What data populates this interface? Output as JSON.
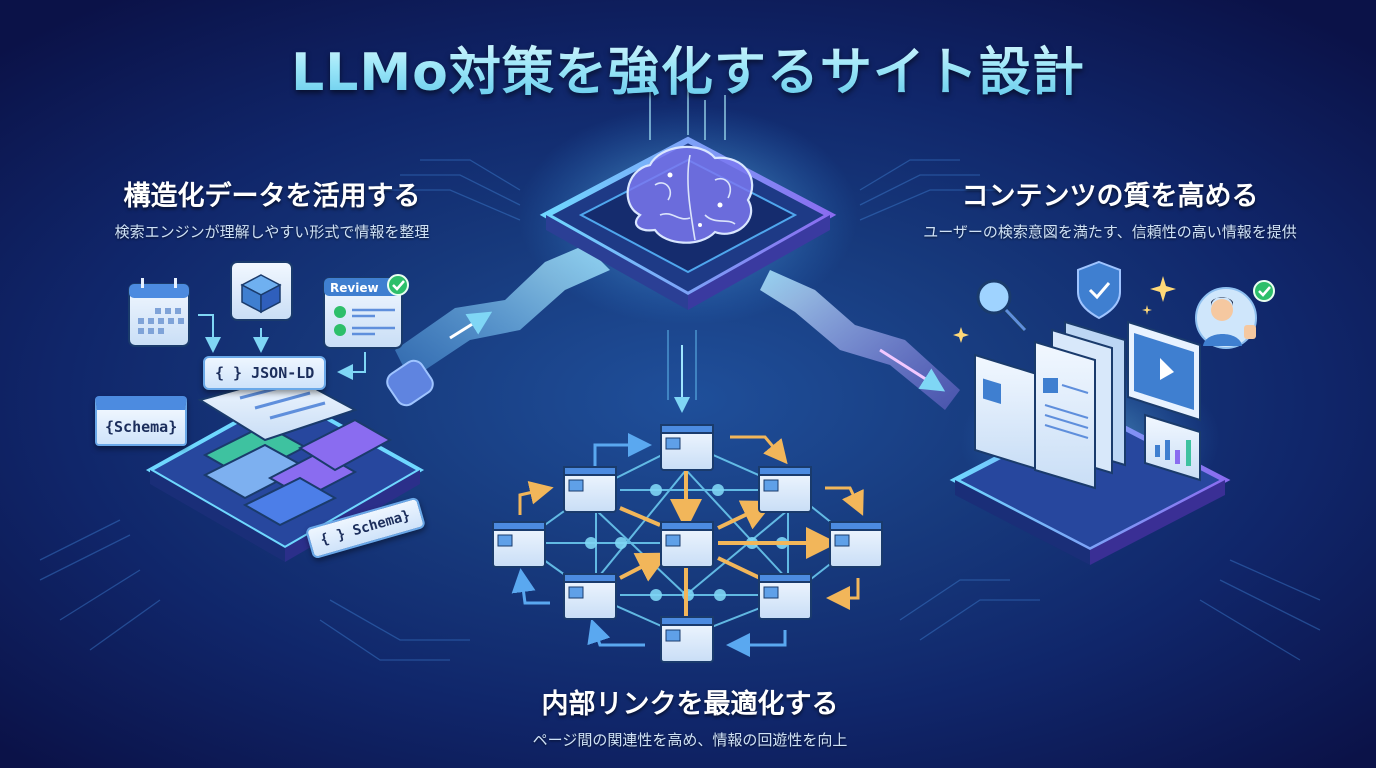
{
  "title": "LLMo対策を強化するサイト設計",
  "sections": {
    "structured_data": {
      "heading": "構造化データを活用する",
      "subtitle": "検索エンジンが理解しやすい形式で情報を整理",
      "labels": {
        "json_ld": "{ } JSON-LD",
        "schema_window": "{Schema}",
        "schema_bubble": "{ } Schema}",
        "review": "Review"
      },
      "icons": [
        "calendar-icon",
        "package-box-icon",
        "review-checklist-icon",
        "layered-data-stack-icon"
      ]
    },
    "content_quality": {
      "heading": "コンテンツの質を高める",
      "subtitle": "ユーザーの検索意図を満たす、信頼性の高い情報を提供",
      "icons": [
        "magnifier-icon",
        "shield-check-icon",
        "user-thumbs-up-icon",
        "document-stack-icon",
        "video-player-icon",
        "bar-chart-icon",
        "sparkle-icon"
      ]
    },
    "internal_links": {
      "heading": "内部リンクを最適化する",
      "subtitle": "ページ間の関連性を高め、情報の回遊性を向上",
      "nodes": 9
    }
  },
  "center": {
    "icon": "ai-brain-chip-icon"
  },
  "colors": {
    "background_dark": "#0b1248",
    "background_mid": "#173a7d",
    "title_gradient_top": "#e8fbff",
    "title_gradient_bottom": "#5ec7ea",
    "glow_cyan": "#6fe0ff",
    "accent_purple": "#8a6cf0",
    "link_arrow_orange": "#f2b65a",
    "link_arrow_blue": "#5aa8f0",
    "check_green": "#2dbf6a"
  }
}
